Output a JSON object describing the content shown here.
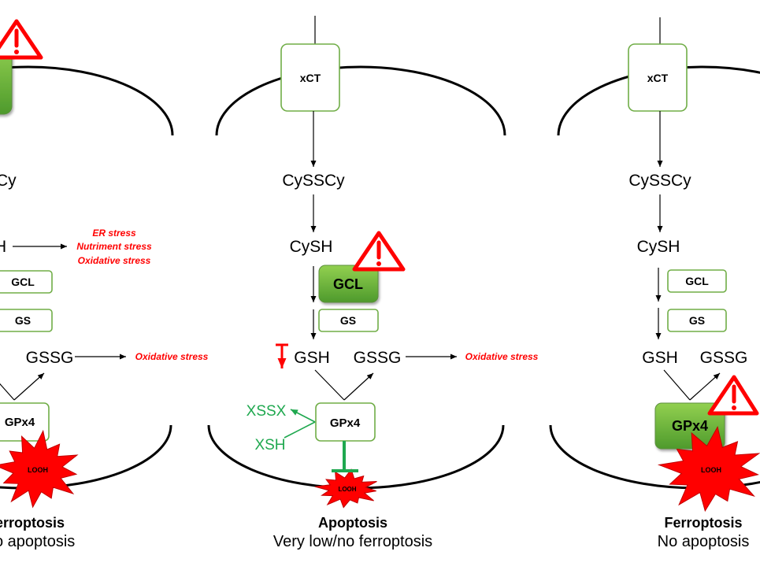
{
  "colors": {
    "membrane": "#000000",
    "box_border": "#70ad47",
    "highlight_top": "#92d050",
    "highlight_bottom": "#4e9a2c",
    "alert_red": "#ff0000",
    "thiol_green": "#1fa84f",
    "inhibition_green": "#1fa84f"
  },
  "icons": {
    "alert": "warning-triangle-icon",
    "decrease": "decrease-arrow-icon",
    "lipid_peroxide": "starburst-icon",
    "inhibition": "inhibition-bar-icon"
  },
  "left_panel": {
    "cyssc_fragment": "Cy",
    "cysh_fragment": "H",
    "stress_labels": [
      "ER stress",
      "Nutriment stress",
      "Oxidative stress"
    ],
    "gcl": "GCL",
    "gs": "GS",
    "gssg": "GSSG",
    "gssg_stress": "Oxidative stress",
    "gpx4": "GPx4",
    "looh": "LOOH",
    "outcome": "erroptosis",
    "secondary_outcome": "o apoptosis"
  },
  "middle_panel": {
    "transporter": "xCT",
    "cyssc": "CySSCy",
    "cysh": "CySH",
    "gcl": "GCL",
    "gs": "GS",
    "gsh": "GSH",
    "gssg": "GSSG",
    "gssg_stress": "Oxidative stress",
    "gpx4": "GPx4",
    "xssx": "XSSX",
    "xsh": "XSH",
    "looh": "LOOH",
    "outcome": "Apoptosis",
    "secondary_outcome": "Very low/no ferroptosis"
  },
  "right_panel": {
    "transporter": "xCT",
    "cyssc": "CySSCy",
    "cysh": "CySH",
    "gcl": "GCL",
    "gs": "GS",
    "gsh": "GSH",
    "gssg": "GSSG",
    "gpx4": "GPx4",
    "looh": "LOOH",
    "outcome": "Ferroptosis",
    "secondary_outcome": "No apoptosis"
  }
}
